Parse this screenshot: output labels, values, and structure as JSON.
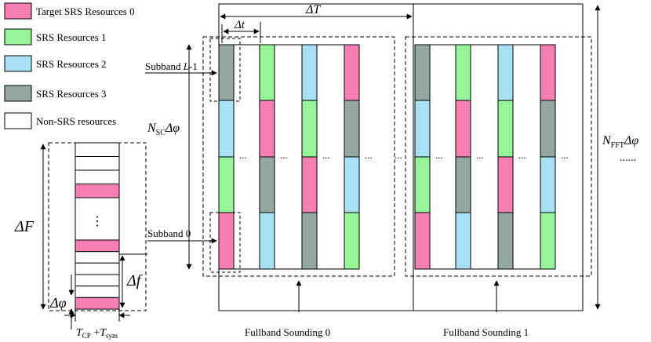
{
  "legend": {
    "items": [
      {
        "label": "Target SRS Resources 0",
        "color": "#f77fb4"
      },
      {
        "label": "SRS Resources 1",
        "color": "#99f599"
      },
      {
        "label": "SRS Resources 2",
        "color": "#a8e0f5"
      },
      {
        "label": "SRS Resources 3",
        "color": "#95a8a0"
      },
      {
        "label": "Non-SRS resources",
        "color": "#ffffff"
      }
    ]
  },
  "labels": {
    "subband_top_prefix": "Subband ",
    "subband_top_var": "L",
    "subband_top_suffix": "-1",
    "subband_bottom": "Subband 0",
    "sounding0": "Fullband Sounding 0",
    "sounding1": "Fullband Sounding 1",
    "dots": "...",
    "dots_long": "......",
    "vdots": "⋮"
  },
  "math": {
    "delta_T": "ΔT",
    "delta_t": "Δt",
    "delta_F": "ΔF",
    "delta_f": "Δf",
    "delta_phi": "Δφ",
    "nsc_n": "N",
    "nsc_sub": "SC",
    "nsc_delta": "Δφ",
    "nfft_n": "N",
    "nfft_sub": "FFT",
    "nfft_delta": "Δφ",
    "t_T1": "T",
    "t_sub1": "CP",
    "t_plus": " +",
    "t_T2": "T",
    "t_sub2": "sym"
  },
  "colors": {
    "target": "#f77fb4",
    "srs1": "#99f599",
    "srs2": "#a8e0f5",
    "srs3": "#95a8a0",
    "non_srs": "#ffffff",
    "line": "#000000"
  },
  "grid": {
    "group0": [
      [
        "srs3",
        "srs2",
        "srs1",
        "target"
      ],
      [
        "srs1",
        "target",
        "srs3",
        "srs2"
      ],
      [
        "srs2",
        "srs1",
        "target",
        "srs3"
      ],
      [
        "target",
        "srs3",
        "srs2",
        "srs1"
      ]
    ],
    "group1": [
      [
        "srs3",
        "srs2",
        "srs1",
        "target"
      ],
      [
        "srs1",
        "target",
        "srs3",
        "srs2"
      ],
      [
        "srs2",
        "srs1",
        "target",
        "srs3"
      ],
      [
        "target",
        "srs3",
        "srs2",
        "srs1"
      ]
    ]
  },
  "stack_cells": [
    "non_srs",
    "non_srs",
    "non_srs",
    "target",
    "non_srs",
    "non_srs",
    "target",
    "non_srs",
    "non_srs",
    "non_srs",
    "non_srs",
    "target"
  ]
}
